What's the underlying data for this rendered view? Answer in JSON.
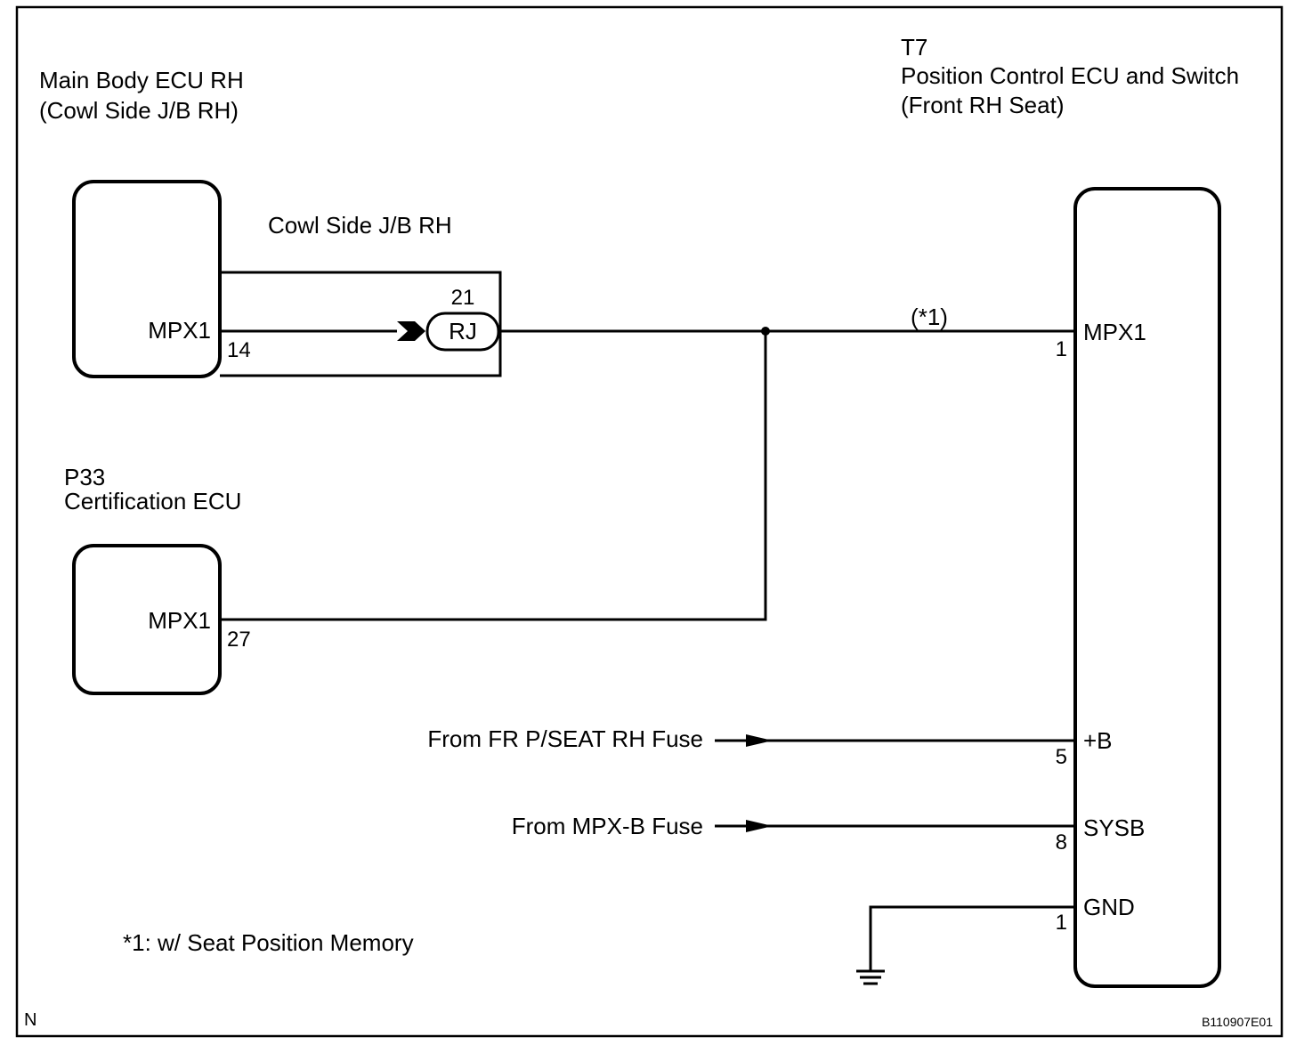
{
  "main_body_ecu": {
    "title_line1": "Main Body ECU RH",
    "title_line2": "(Cowl Side J/B RH)",
    "terminal_label": "MPX1",
    "pin": "14"
  },
  "junction_block": {
    "title": "Cowl Side J/B RH",
    "connector_label": "RJ",
    "pin": "21"
  },
  "certification_ecu": {
    "code": "P33",
    "title": "Certification ECU",
    "terminal_label": "MPX1",
    "pin": "27"
  },
  "position_control_ecu": {
    "code": "T7",
    "title_line1": "Position Control ECU and Switch",
    "title_line2": "(Front RH Seat)",
    "terminals": [
      {
        "label": "MPX1",
        "pin": "1"
      },
      {
        "label": "+B",
        "pin": "5"
      },
      {
        "label": "SYSB",
        "pin": "8"
      },
      {
        "label": "GND",
        "pin": "1"
      }
    ]
  },
  "wires": {
    "mpx_note_marker": "(*1)",
    "fuse_fr_pseat": "From FR P/SEAT RH Fuse",
    "fuse_mpx_b": "From MPX-B Fuse"
  },
  "footnote": "*1: w/ Seat Position Memory",
  "corner_mark": "N",
  "figure_id": "B110907E01"
}
